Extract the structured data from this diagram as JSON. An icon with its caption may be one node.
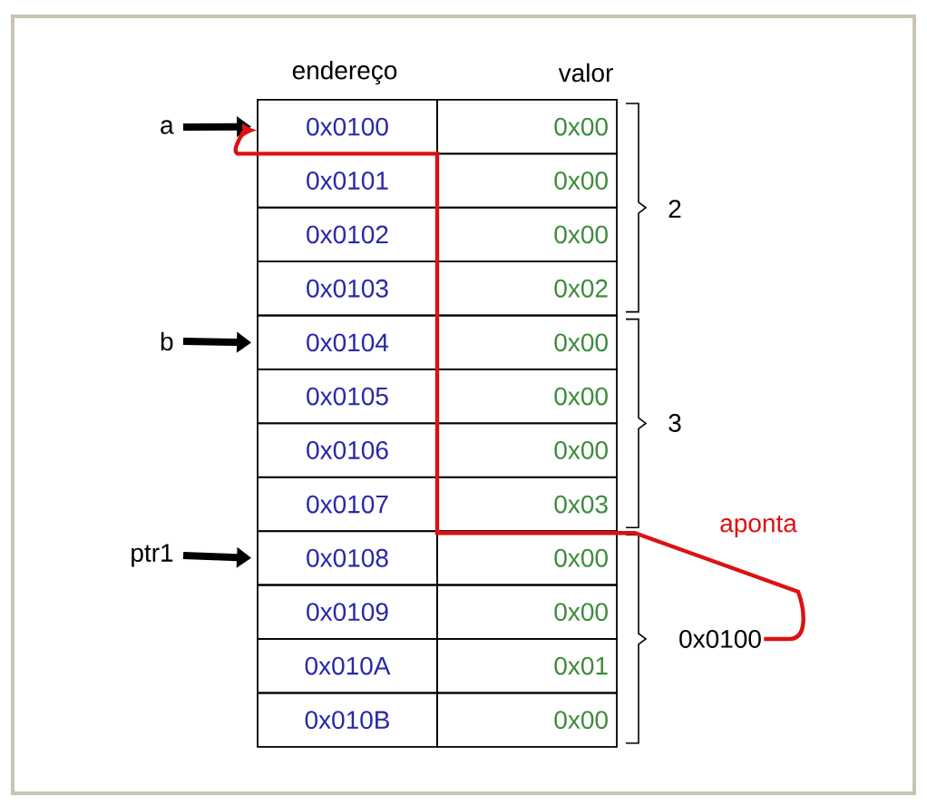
{
  "diagram": {
    "nodes": [
      {
        "text": [
          "0x0100"
        ]
      },
      {
        "text": [
          "0x0101"
        ]
      },
      {
        "text": [
          "0x0102"
        ]
      },
      {
        "text": [
          "0x0103"
        ]
      },
      {
        "text": [
          "0x0104"
        ]
      },
      {
        "text": [
          "0x0105"
        ]
      },
      {
        "text": [
          "0x0106"
        ]
      },
      {
        "text": [
          "0x0107"
        ]
      },
      {
        "text": [
          "0x0108"
        ]
      },
      {
        "text": [
          "0x0109"
        ]
      },
      {
        "text": [
          "0x010A"
        ]
      },
      {
        "text": [
          "0x010B"
        ]
      },
      {
        "text": [
          "0x00"
        ]
      },
      {
        "text": [
          "0x00"
        ]
      },
      {
        "text": [
          "0x00"
        ]
      },
      {
        "text": [
          "0x02"
        ]
      },
      {
        "text": [
          "0x00"
        ]
      },
      {
        "text": [
          "0x00"
        ]
      },
      {
        "text": [
          "0x00"
        ]
      },
      {
        "text": [
          "0x03"
        ]
      },
      {
        "text": [
          "0x00"
        ]
      },
      {
        "text": [
          "0x00"
        ]
      },
      {
        "text": [
          "0x01"
        ]
      },
      {
        "text": [
          "0x00"
        ]
      },
      {
        "text": [
          "a"
        ]
      },
      {
        "text": [
          "b"
        ]
      },
      {
        "text": [
          "ptr1"
        ]
      },
      {
        "text": [
          "0x0100"
        ]
      }
    ],
    "edges": [
      {
        "from": 24,
        "to": 0,
        "arrow": "to"
      },
      {
        "from": 25,
        "to": 4,
        "arrow": "to"
      },
      {
        "from": 26,
        "to": 8,
        "arrow": "to"
      },
      {
        "from": 27,
        "to": 0,
        "arrow": "to",
        "label": "aponta",
        "color": "#dd1111"
      }
    ],
    "labels": [
      "endereço",
      "valor",
      "2",
      "3"
    ]
  }
}
